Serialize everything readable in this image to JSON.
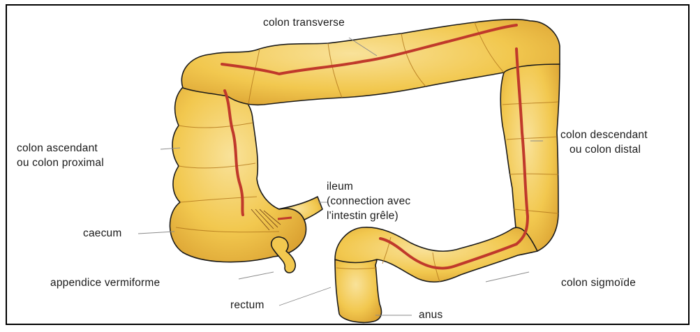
{
  "diagram": {
    "colors": {
      "colon_fill": "#f2c84f",
      "colon_light": "#f7dd8a",
      "colon_shadow": "#d99d2a",
      "outline": "#1a1a1a",
      "vessel": "#c0392b",
      "frame": "#000000",
      "background": "#ffffff"
    },
    "labels": {
      "colon_transverse": "colon transverse",
      "colon_ascendant_line1": "colon ascendant",
      "colon_ascendant_line2": "ou colon proximal",
      "colon_descendant_line1": "colon descendant",
      "colon_descendant_line2": "ou colon distal",
      "ileum_line1": "ileum",
      "ileum_line2": "(connection avec",
      "ileum_line3": "l'intestin grêle)",
      "caecum": "caecum",
      "appendice": "appendice vermiforme",
      "colon_sigmoide": "colon sigmoïde",
      "rectum": "rectum",
      "anus": "anus"
    }
  }
}
